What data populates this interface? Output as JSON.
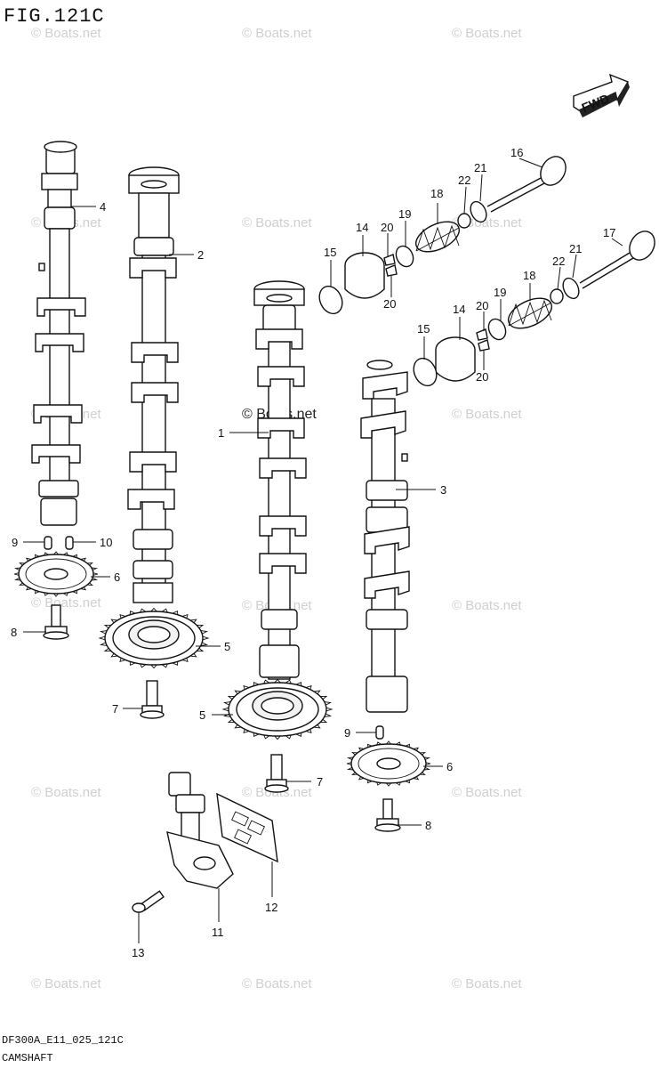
{
  "figure": {
    "title": "FIG.121C",
    "code": "DF300A_E11_025_121C",
    "name": "CAMSHAFT",
    "direction_badge": "FWD",
    "watermark": "© Boats.net"
  },
  "callouts": [
    {
      "id": "c1",
      "label": "1"
    },
    {
      "id": "c2",
      "label": "2"
    },
    {
      "id": "c3",
      "label": "3"
    },
    {
      "id": "c4",
      "label": "4"
    },
    {
      "id": "c5a",
      "label": "5"
    },
    {
      "id": "c5b",
      "label": "5"
    },
    {
      "id": "c6a",
      "label": "6"
    },
    {
      "id": "c6b",
      "label": "6"
    },
    {
      "id": "c7a",
      "label": "7"
    },
    {
      "id": "c7b",
      "label": "7"
    },
    {
      "id": "c8a",
      "label": "8"
    },
    {
      "id": "c8b",
      "label": "8"
    },
    {
      "id": "c9a",
      "label": "9"
    },
    {
      "id": "c9b",
      "label": "9"
    },
    {
      "id": "c10",
      "label": "10"
    },
    {
      "id": "c11",
      "label": "11"
    },
    {
      "id": "c12",
      "label": "12"
    },
    {
      "id": "c13",
      "label": "13"
    },
    {
      "id": "c14a",
      "label": "14"
    },
    {
      "id": "c14b",
      "label": "14"
    },
    {
      "id": "c15a",
      "label": "15"
    },
    {
      "id": "c15b",
      "label": "15"
    },
    {
      "id": "c16",
      "label": "16"
    },
    {
      "id": "c17",
      "label": "17"
    },
    {
      "id": "c18a",
      "label": "18"
    },
    {
      "id": "c18b",
      "label": "18"
    },
    {
      "id": "c19a",
      "label": "19"
    },
    {
      "id": "c19b",
      "label": "19"
    },
    {
      "id": "c20a",
      "label": "20"
    },
    {
      "id": "c20b",
      "label": "20"
    },
    {
      "id": "c20c",
      "label": "20"
    },
    {
      "id": "c20d",
      "label": "20"
    },
    {
      "id": "c21a",
      "label": "21"
    },
    {
      "id": "c21b",
      "label": "21"
    },
    {
      "id": "c22a",
      "label": "22"
    },
    {
      "id": "c22b",
      "label": "22"
    }
  ]
}
